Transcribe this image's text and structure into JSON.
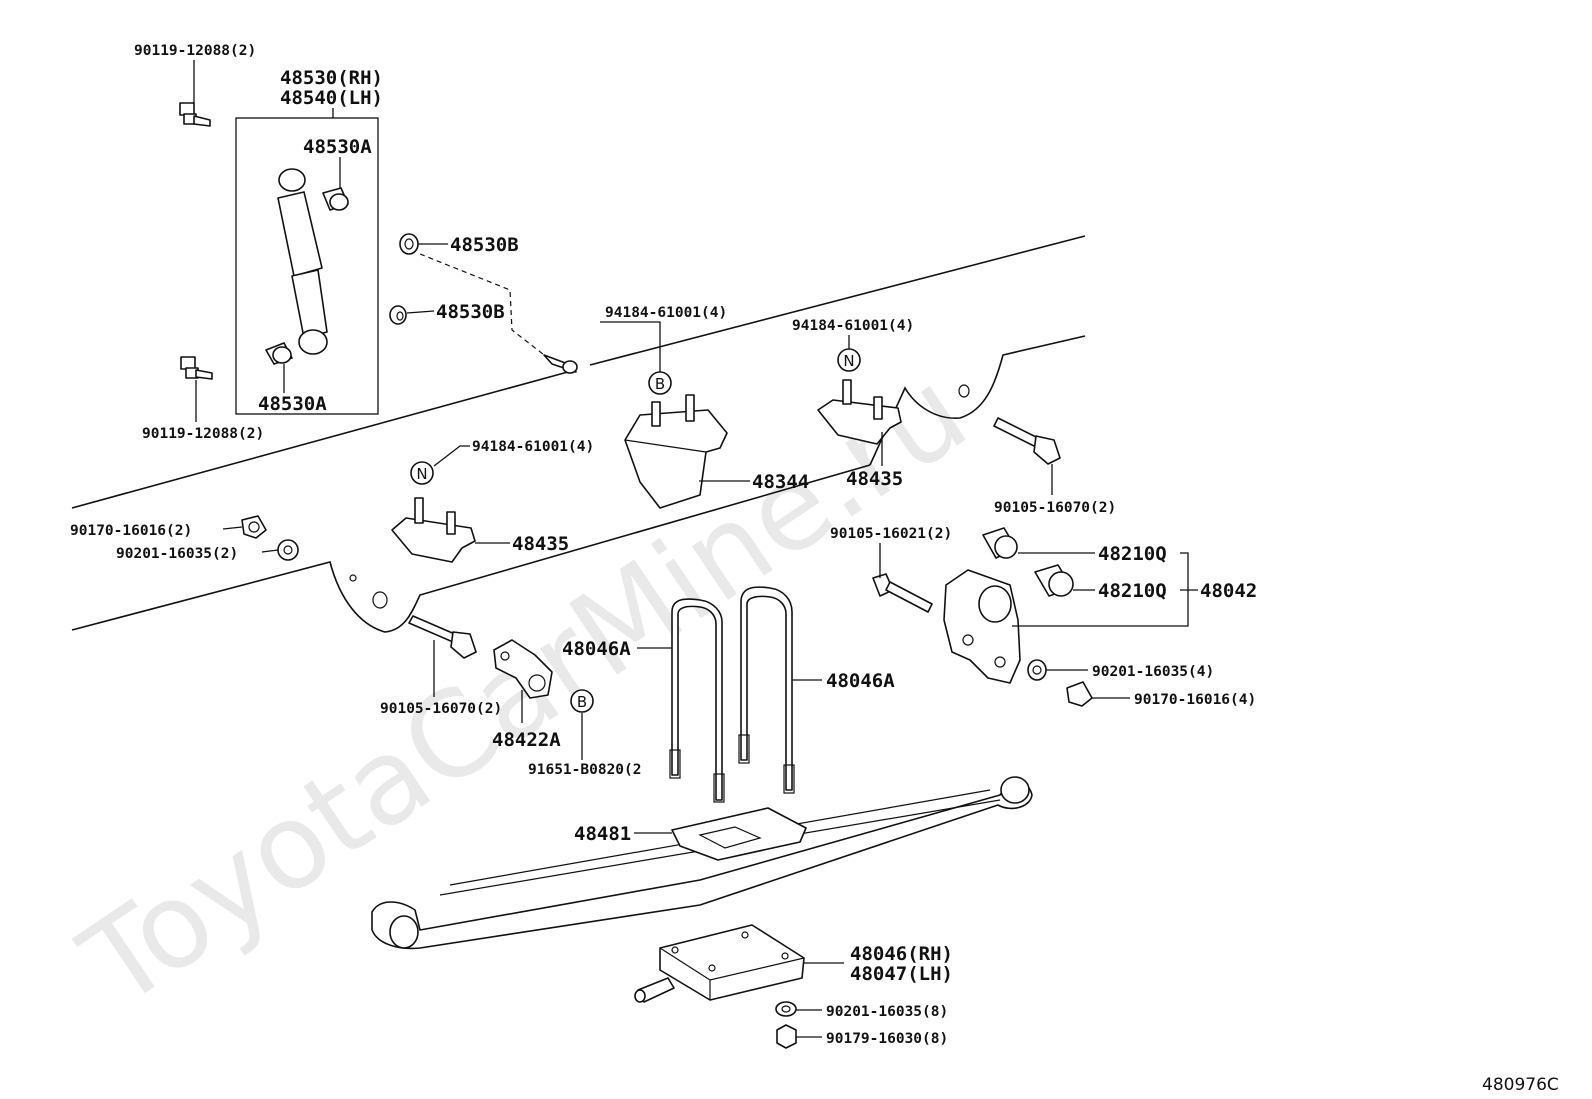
{
  "watermark": "ToyotaCarMine.ru",
  "diagram_ref": "480976C",
  "callout_letters": {
    "b": "B",
    "n": "N"
  },
  "parts": {
    "bolt_top": "90119-12088(2)",
    "shock_rh": "48530(RH)",
    "shock_lh": "48540(LH)",
    "bushing_top": "48530A",
    "bushing_bottom": "48530A",
    "bolt_bottom": "90119-12088(2)",
    "washer_1": "48530B",
    "washer_2": "48530B",
    "stud_center": "94184-61001(4)",
    "stud_right": "94184-61001(4)",
    "stud_left": "94184-61001(4)",
    "bumper_center": "48344",
    "bumper_right": "48435",
    "bumper_left": "48435",
    "bolt_right": "90105-16070(2)",
    "nut_left": "90170-16016(2)",
    "washer_left": "90201-16035(2)",
    "bolt_shackle": "90105-16021(2)",
    "shackle_bushing_1": "48210Q",
    "shackle_bushing_2": "48210Q",
    "shackle_assy": "48042",
    "u_bolt_left": "48046A",
    "u_bolt_right": "48046A",
    "bolt_left": "90105-16070(2)",
    "bracket": "48422A",
    "nut_b": "91651-B0820(2",
    "washer_shackle": "90201-16035(4)",
    "nut_shackle": "90170-16016(4)",
    "spacer": "48481",
    "seat_rh": "48046(RH)",
    "seat_lh": "48047(LH)",
    "washer_seat": "90201-16035(8)",
    "nut_seat": "90179-16030(8)"
  }
}
